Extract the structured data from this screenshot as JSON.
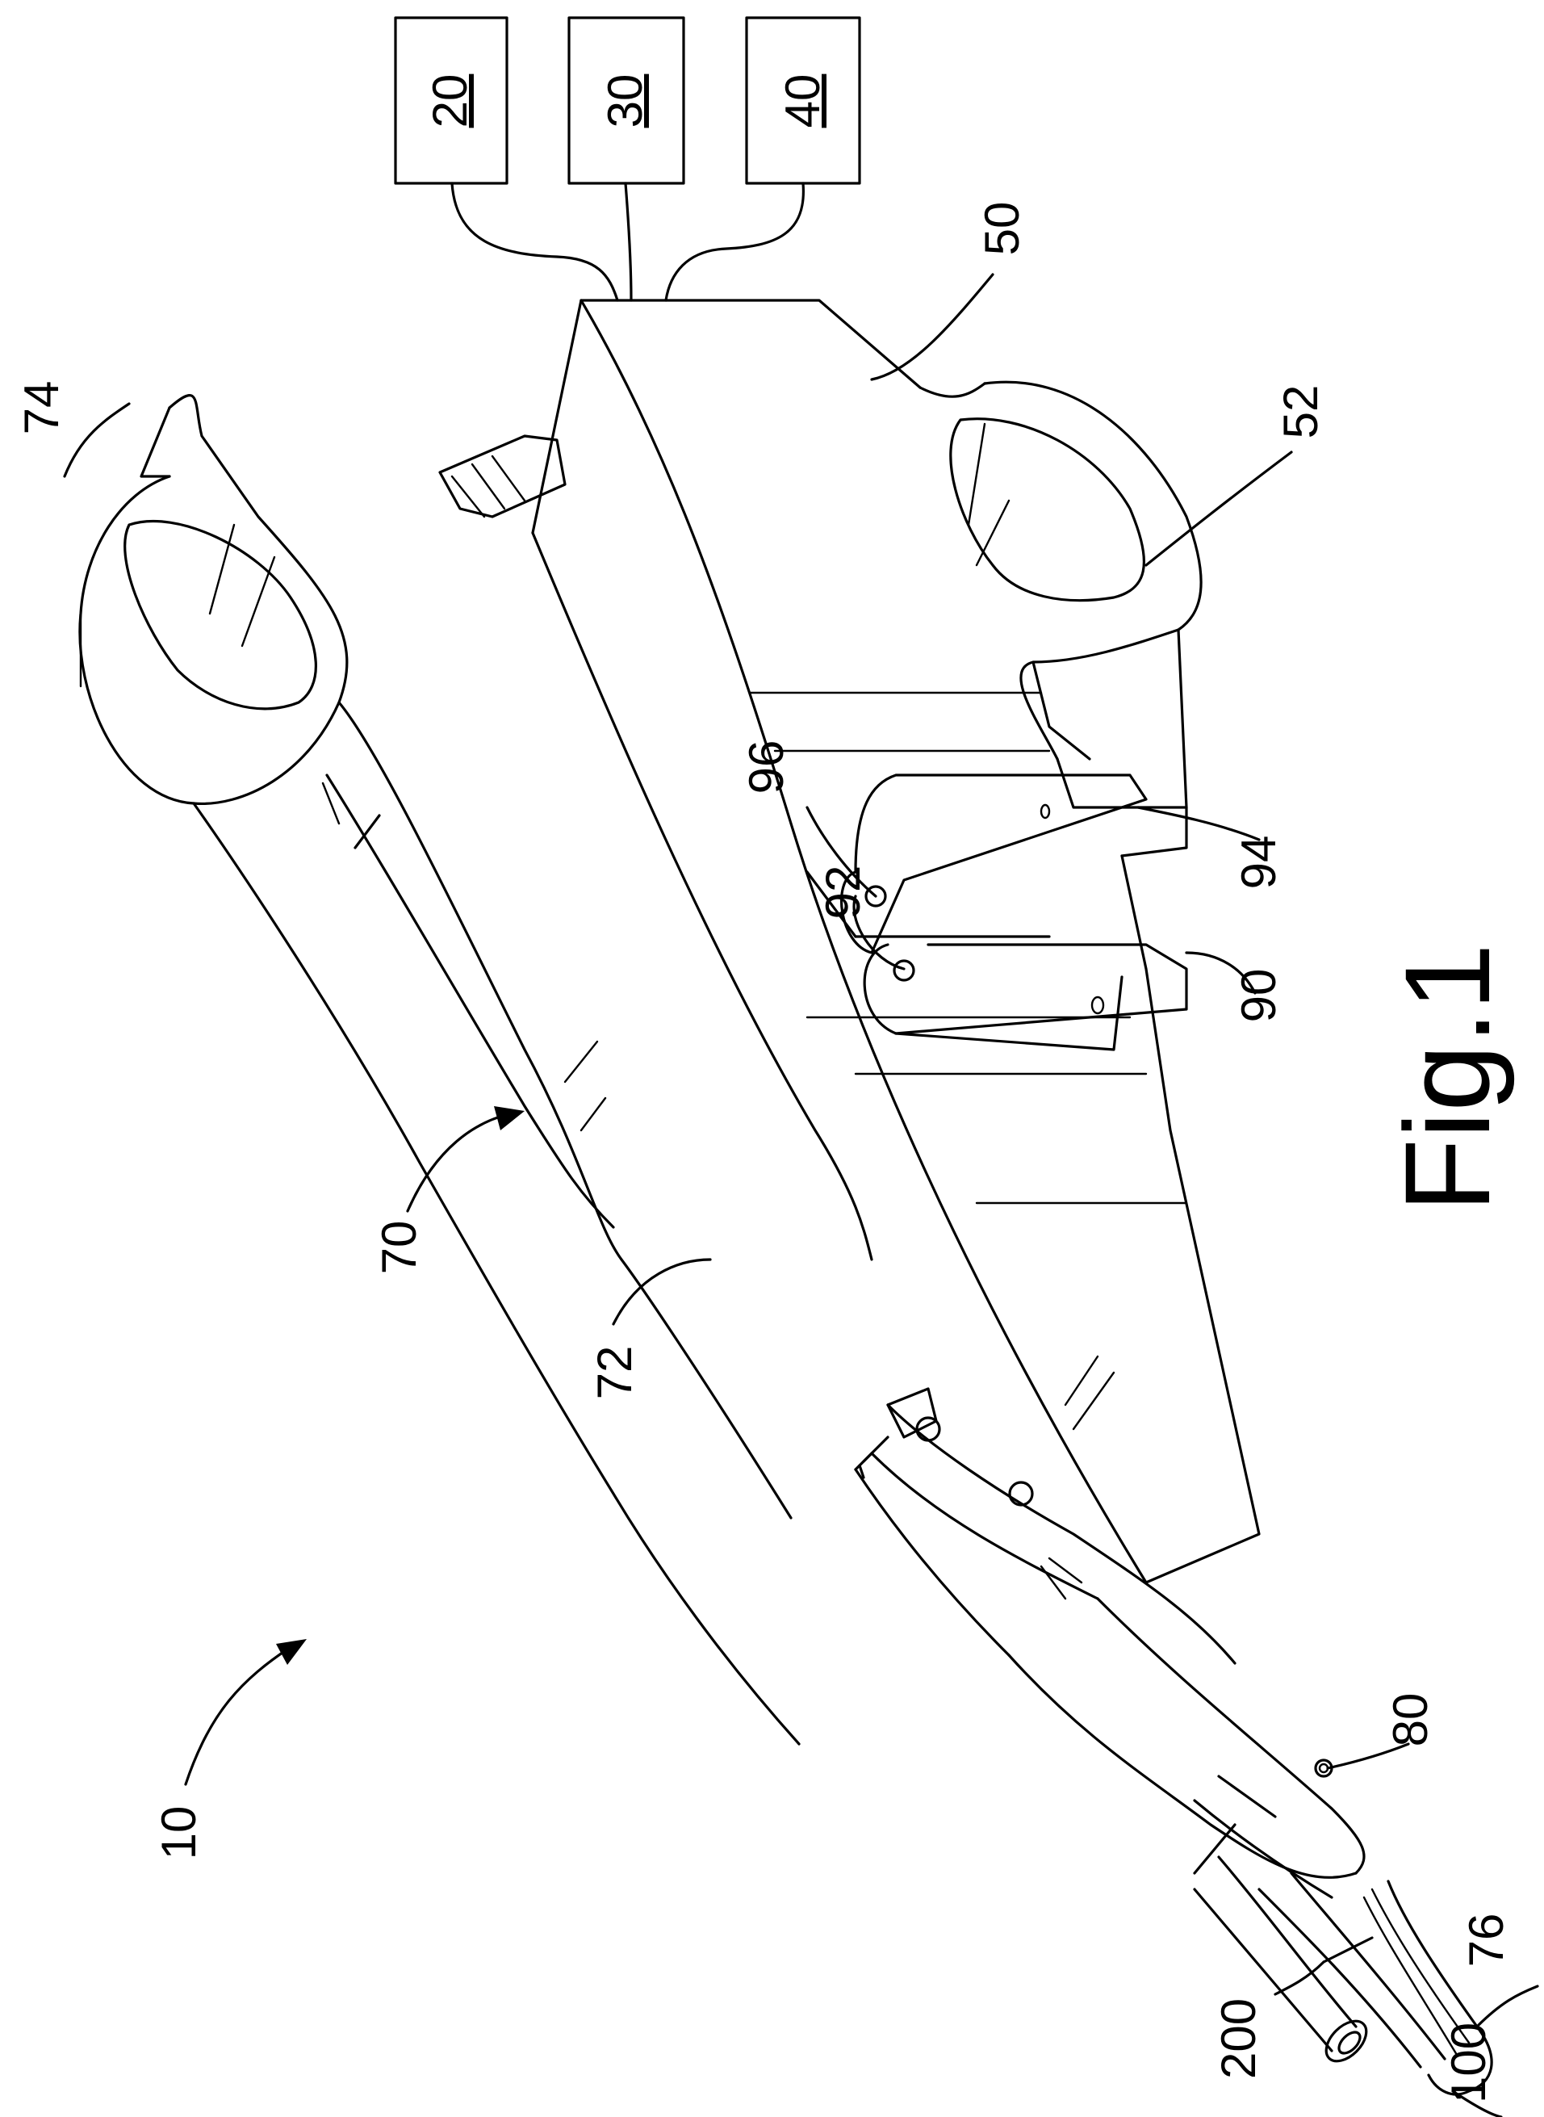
{
  "figure": {
    "caption": "Fig.1"
  },
  "boxes": [
    {
      "id": "box-20",
      "label": "20"
    },
    {
      "id": "box-30",
      "label": "30"
    },
    {
      "id": "box-40",
      "label": "40"
    }
  ],
  "reference_numerals": {
    "n10": "10",
    "n50": "50",
    "n52": "52",
    "n70": "70",
    "n72": "72",
    "n74": "74",
    "n76": "76",
    "n80": "80",
    "n90": "90",
    "n92": "92",
    "n94": "94",
    "n96": "96",
    "n100": "100",
    "n200": "200"
  }
}
